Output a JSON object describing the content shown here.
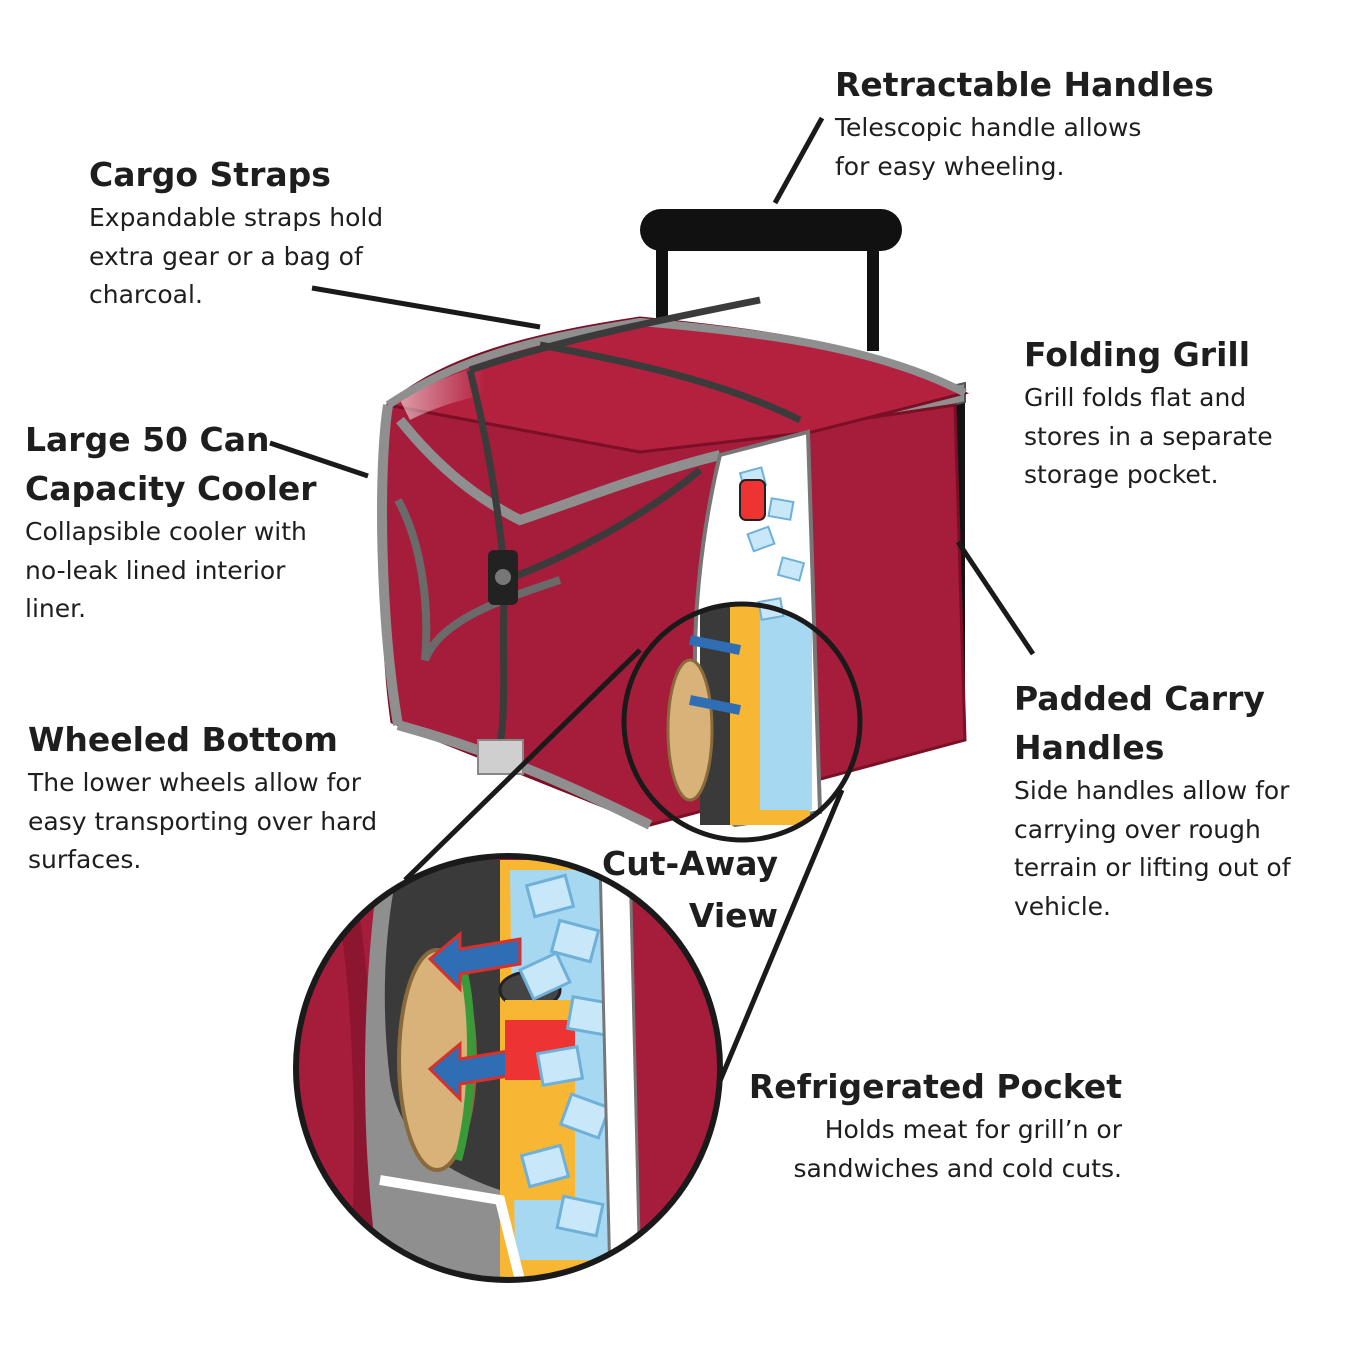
{
  "colors": {
    "cooler_red": "#a51d3a",
    "cooler_red_dark": "#8c1530",
    "black_panel": "#141414",
    "trim_gray": "#8f8f8f",
    "ice_blue": "#a6d8f2",
    "can_yellow": "#f7b733",
    "arrow_blue": "#2f6db5",
    "arrow_red": "#d8302b"
  },
  "callouts": {
    "retractable_handles": {
      "title": "Retractable Handles",
      "desc": "Telescopic handle allows\nfor easy wheeling."
    },
    "cargo_straps": {
      "title": "Cargo Straps",
      "desc": "Expandable straps hold\nextra gear or a bag of\ncharcoal."
    },
    "folding_grill": {
      "title": "Folding Grill",
      "desc": "Grill folds flat and\nstores in a separate\nstorage pocket."
    },
    "large_cooler": {
      "title": "Large 50 Can\nCapacity Cooler",
      "desc": "Collapsible cooler with\nno-leak lined interior\nliner."
    },
    "wheeled_bottom": {
      "title": "Wheeled Bottom",
      "desc": "The lower wheels allow for\neasy transporting over hard\nsurfaces."
    },
    "padded_handles": {
      "title": "Padded Carry\nHandles",
      "desc": "Side handles allow for\ncarrying over rough\nterrain or lifting out of\nvehicle."
    },
    "refrigerated_pocket": {
      "title": "Refrigerated Pocket",
      "desc": "Holds meat for grill’n or\nsandwiches and cold cuts."
    }
  },
  "cutaway_label": "Cut-Away\nView",
  "icons": [
    "cooler-illustration",
    "telescopic-handle-icon",
    "cargo-strap-icon",
    "ice-cube-icon",
    "soda-can-icon",
    "sandwich-icon",
    "cold-air-arrow-icon"
  ]
}
